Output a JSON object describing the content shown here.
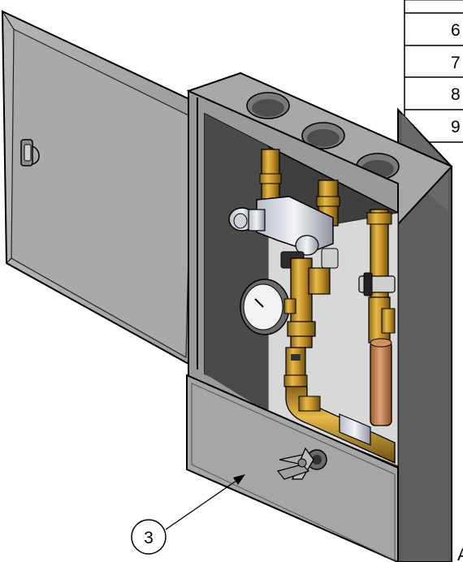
{
  "table": {
    "rows": [
      "6",
      "7",
      "8",
      "9"
    ]
  },
  "callout": {
    "label": "3"
  },
  "corner_text": "A"
}
